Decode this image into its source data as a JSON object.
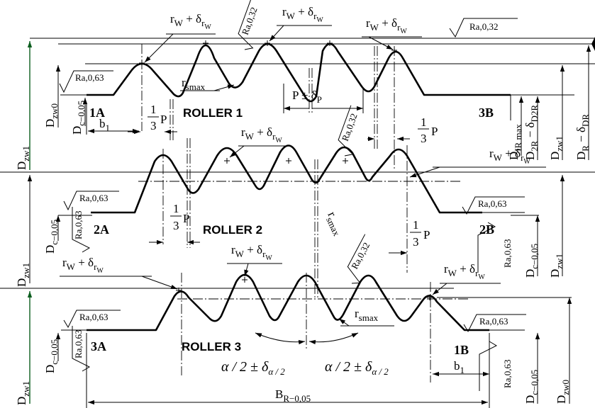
{
  "rollers": [
    {
      "name": "ROLLER 1",
      "left_id": "1A",
      "right_id": "3B"
    },
    {
      "name": "ROLLER 2",
      "left_id": "2A",
      "right_id": "2B"
    },
    {
      "name": "ROLLER 3",
      "left_id": "3A",
      "right_id": "1B"
    }
  ],
  "roughness": {
    "r063": "Ra,0,63",
    "r032": "Ra,0,32"
  },
  "dims": {
    "dzw1": "D",
    "dzw1_sub": "zw1",
    "dzw0_sub": "zw0",
    "dc_sub": "c−0,05",
    "dir_sub": "IR max",
    "d2r_sub": "2R",
    "d2r_tol": " − δ",
    "d2r_tol_sub": "D2R",
    "dr_sub": "R",
    "dr_tol": " − δ",
    "dr_tol_sub": "DR",
    "b1": "b",
    "b1_sub": "1",
    "pitch": "P ± δ",
    "pitch_sub": "P",
    "third_num": "1",
    "third_den": "3",
    "third_p": "P",
    "rw": "r",
    "rw_sub": "W",
    "rw_tol": " + δ",
    "rw_tol_sub": "r",
    "rw_tol_sub2": "W",
    "rsmax": "r",
    "rsmax_sub": "smax",
    "alpha": "α / 2 ± δ",
    "alpha_sub": "α / 2",
    "br": "B",
    "br_sub": "R−0,05"
  }
}
